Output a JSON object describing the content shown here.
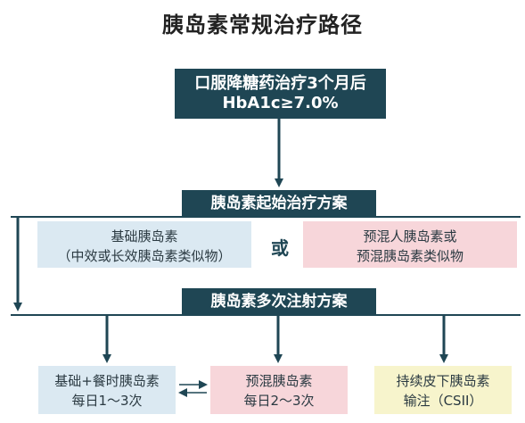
{
  "title": "胰岛素常规治疗路径",
  "start": {
    "line1": "口服降糖药治疗3个月后",
    "line2": "HbA1c≥7.0%"
  },
  "initial_header": "胰岛素起始治疗方案",
  "initial_options": [
    {
      "line1": "基础胰岛素",
      "line2": "（中效或长效胰岛素类似物）"
    },
    {
      "line1": "预混人胰岛素或",
      "line2": "预混胰岛素类似物"
    }
  ],
  "or_label": "或",
  "multi_header": "胰岛素多次注射方案",
  "multi_options": [
    {
      "line1": "基础+餐时胰岛素",
      "line2": "每日1～3次"
    },
    {
      "line1": "预混胰岛素",
      "line2": "每日2～3次"
    },
    {
      "line1": "持续皮下胰岛素",
      "line2": "输注（CSII）"
    }
  ],
  "colors": {
    "header": "#1f4654",
    "basal_box": "#dbe9f2",
    "premix_box": "#f7d6da",
    "csii_box": "#f7f4cc"
  }
}
